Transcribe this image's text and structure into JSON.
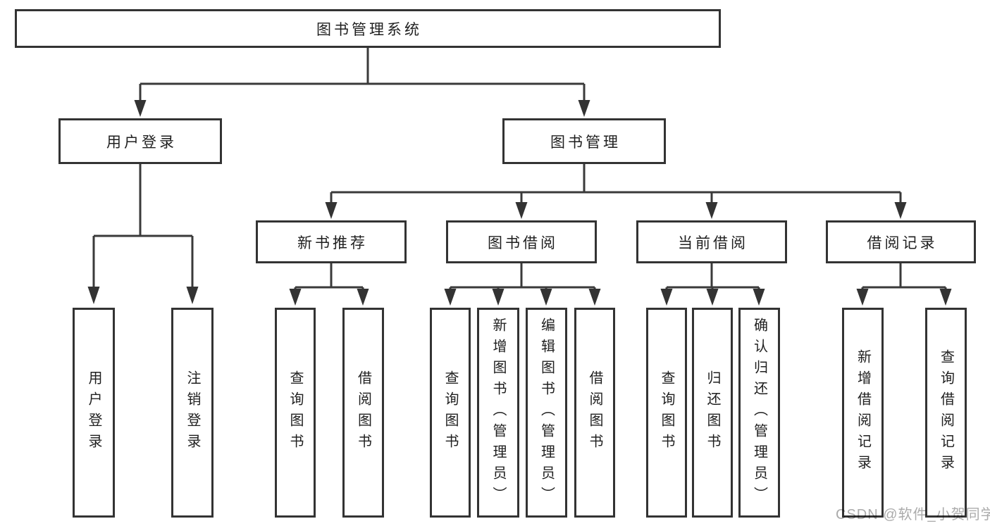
{
  "watermark": "CSDN @软件_小贺同学",
  "colors": {
    "line": "#3a3a3a",
    "border": "#333333",
    "text": "#1f1f1f",
    "background": "#ffffff",
    "watermark": "#ababab"
  },
  "tree": {
    "root": {
      "label": "图书管理系统"
    },
    "children": [
      {
        "label": "用户登录",
        "children": [
          {
            "label": "用户登录"
          },
          {
            "label": "注销登录"
          }
        ]
      },
      {
        "label": "图书管理",
        "children": [
          {
            "label": "新书推荐",
            "children": [
              {
                "label": "查询图书"
              },
              {
                "label": "借阅图书"
              }
            ]
          },
          {
            "label": "图书借阅",
            "children": [
              {
                "label": "查询图书"
              },
              {
                "label": "新增图书（管理员）"
              },
              {
                "label": "编辑图书（管理员）"
              },
              {
                "label": "借阅图书"
              }
            ]
          },
          {
            "label": "当前借阅",
            "children": [
              {
                "label": "查询图书"
              },
              {
                "label": "归还图书"
              },
              {
                "label": "确认归还（管理员）"
              }
            ]
          },
          {
            "label": "借阅记录",
            "children": [
              {
                "label": "新增借阅记录"
              },
              {
                "label": "查询借阅记录"
              }
            ]
          }
        ]
      }
    ]
  }
}
